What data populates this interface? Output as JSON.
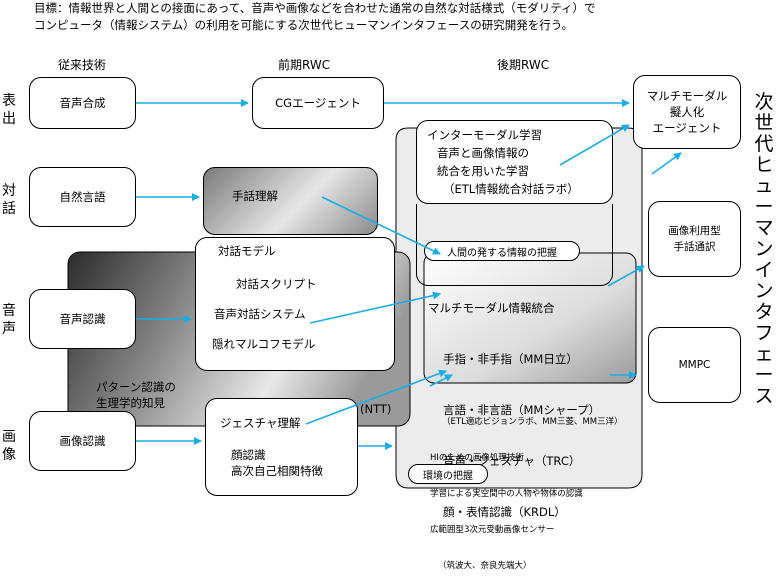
{
  "goal": {
    "line1": "目標：情報世界と人間との接面にあって、音声や画像などを合わせた通常の自然な対話様式（モダリティ）で",
    "line2": "コンピュータ（情報システム）の利用を可能にする次世代ヒューマンインタフェースの研究開発を行う。"
  },
  "columns": {
    "conventional": "従来技術",
    "early": "前期RWC",
    "late": "後期RWC"
  },
  "rows": {
    "output": "表出",
    "dialog": "対話",
    "speech": "音声",
    "image": "画像"
  },
  "vertical_title": "次世代ヒューマンインタフェース",
  "boxes": {
    "speech_synthesis": "音声合成",
    "cg_agent": "CGエージェント",
    "natural_language": "自然言語",
    "sign_language": "手話理解",
    "speech_recognition": "音声認識",
    "image_recognition": "画像認識",
    "multimodal_agent": [
      "マルチモーダル",
      "擬人化",
      "エージェント"
    ],
    "sign_translation": [
      "画像利用型",
      "手話通訳"
    ],
    "mmpc": "MMPC"
  },
  "dialog_model": {
    "title": "対話モデル",
    "items": [
      "対話スクリプト",
      "音声対話システム",
      "隠れマルコフモデル"
    ]
  },
  "pattern_recognition": [
    "パターン認識の",
    "生理学的知見"
  ],
  "ntt": "(NTT)",
  "gesture": {
    "title": "ジェスチャ理解",
    "items": [
      "顔認識",
      "高次自己相関特徴"
    ]
  },
  "intermodal": [
    "インターモーダル学習",
    "音声と画像情報の",
    "統合を用いた学習",
    "（ETL情報統合対話ラボ）"
  ],
  "human_info": "人間の発する情報の把握",
  "mm_integration": {
    "title": "マルチモーダル情報統合",
    "items": [
      "手指・非手指（MM日立）",
      "言語・非言語（MMシャープ）",
      "音声・ジェスチャ（TRC）",
      "顔・表情認識（KRDL）"
    ]
  },
  "env_notes": [
    "（ETL適応ビジョンラボ、MM三菱、MM三洋）",
    "HIのための画像処理技術",
    "学習による実空間中の人物や物体の認識",
    "広範囲型3次元受動画像センサー",
    "（筑波大、奈良先端大）"
  ],
  "env_label": "環境の把握",
  "colors": {
    "arrow": "#1aaee8",
    "outline": "#000000"
  }
}
